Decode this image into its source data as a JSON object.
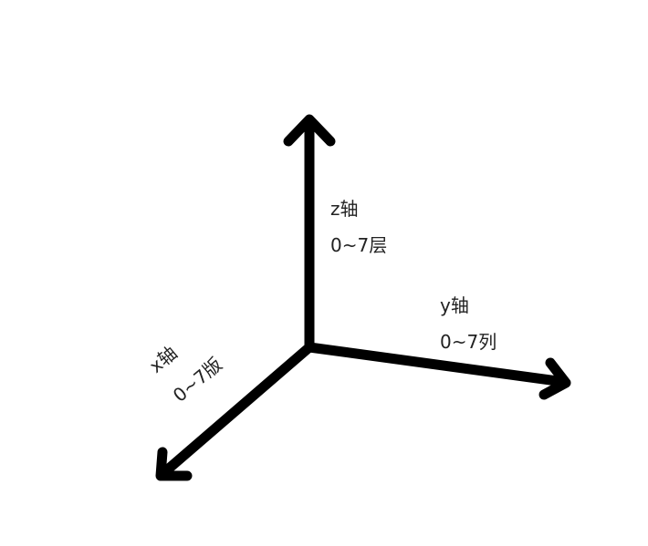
{
  "axes": {
    "z": {
      "name": "z轴",
      "range": "0~7层"
    },
    "y": {
      "name": "y轴",
      "range": "0~7列"
    },
    "x": {
      "name": "x轴",
      "range": "0~7版"
    }
  },
  "colors": {
    "axis": "#000000",
    "text": "#222222",
    "background": "#ffffff"
  }
}
